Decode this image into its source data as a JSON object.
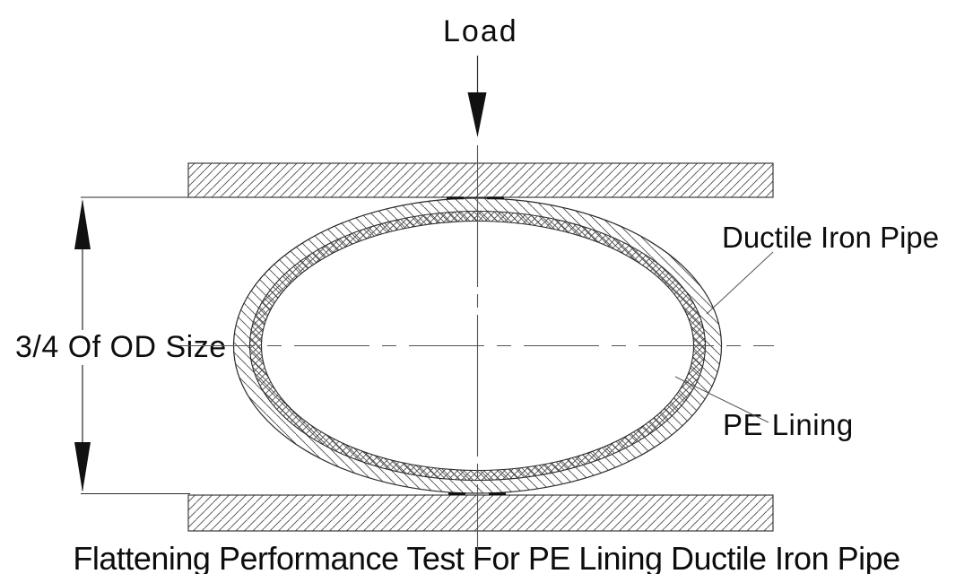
{
  "diagram": {
    "type": "engineering-drawing",
    "caption": "Flattening Performance Test For PE Lining Ductile Iron Pipe",
    "labels": {
      "load": "Load",
      "dimension": "3/4 Of OD Size",
      "outer_pipe": "Ductile Iron Pipe",
      "lining": "PE Lining"
    },
    "elements": {
      "plates": "two hatched press platens, top and bottom",
      "pipe": "flattened ellipse cross-section: ductile iron wall (diagonal hatch) with PE lining (cross hatch)",
      "centerlines": "vertical and horizontal dash-dot centerlines",
      "dimension": "vertical dimension with arrows between platens equal to 3/4 of OD size",
      "load_arrow": "downward load arrow onto top platen"
    },
    "colors": {
      "background": "#ffffff",
      "outline": "#2a2a2a",
      "hatch": "#4a4a4a",
      "centerline": "#555555",
      "text": "#0d0d0d"
    }
  }
}
